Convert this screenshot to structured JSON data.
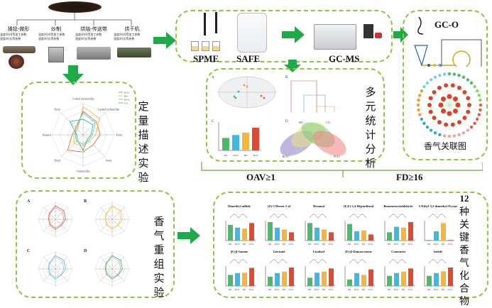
{
  "process": {
    "stages": [
      {
        "title": "揉捻-做形",
        "params": [
          "温度/时间等加工参数",
          "速度/时长等参数"
        ]
      },
      {
        "title": "炒制",
        "params": [
          "温度/时间等加工参数",
          "速度/时长等参数"
        ]
      },
      {
        "title": "烘焙-传送带",
        "params": [
          "温度/时间等加工参数",
          "速度/时长等参数"
        ]
      },
      {
        "title": "烘干机",
        "params": [
          "温度/时间等加工参数",
          "速度/时长等参数"
        ]
      }
    ]
  },
  "extraction": {
    "methods": [
      "SPME",
      "SAFE"
    ],
    "instrument": "GC-MS"
  },
  "gco": {
    "title": "GC-O",
    "network_label": "香气关联图"
  },
  "stats": {
    "title": "多元统计分析",
    "panels": [
      "A",
      "B",
      "C",
      "D"
    ],
    "bar_groups": [
      "RO",
      "RCO",
      "BO",
      "PCO"
    ],
    "venn_sets": [
      "RO",
      "CO",
      "RCO",
      "PCO"
    ]
  },
  "sensory": {
    "title": "定量描述实验",
    "legend": [
      "PCO",
      "RO",
      "RCO",
      "CO"
    ],
    "attributes": [
      "Cooked chestnut-like",
      "Cooked soybean-like",
      "Fruity",
      "Sweet",
      "Caramel-like",
      "Floral",
      "Roasted",
      "Fresh"
    ]
  },
  "recombination": {
    "title": "香气重组实验",
    "panels": [
      "A",
      "B",
      "C",
      "D"
    ]
  },
  "criteria": {
    "oav": "OAV≥1",
    "fd": "FD≥16"
  },
  "key_compounds": {
    "title": "12种关键香气化合物",
    "groups": [
      "RO",
      "RCO",
      "BO",
      "PCO"
    ],
    "group_colors": [
      "#4cb86a",
      "#41b8e0",
      "#f4b63f",
      "#e04a32"
    ],
    "compounds": [
      {
        "name": "Dimethyl sulfide",
        "values": [
          0.85,
          0.7,
          0.65,
          0.95
        ]
      },
      {
        "name": "(Z)-3-Hexen-1-ol",
        "values": [
          1.0,
          0.7,
          0.6,
          0.45
        ]
      },
      {
        "name": "Hexanal",
        "values": [
          0.95,
          0.7,
          0.6,
          0.45
        ]
      },
      {
        "name": "(E,E)-2,4-Heptadienal",
        "values": [
          0.9,
          0.5,
          0.55,
          0.33
        ]
      },
      {
        "name": "Benzeneacetaldehyde",
        "values": [
          0.45,
          0.75,
          0.7,
          1.0
        ]
      },
      {
        "name": "2-Ethyl-3,5-dimethyl-Pyrazine",
        "values": [
          0.03,
          0.5,
          0.95,
          0.03
        ]
      },
      {
        "name": "(E)-β-Ionone",
        "values": [
          0.6,
          0.7,
          0.72,
          0.98
        ]
      },
      {
        "name": "Geraniol",
        "values": [
          0.5,
          0.7,
          0.78,
          1.0
        ]
      },
      {
        "name": "Linalool",
        "values": [
          0.45,
          0.72,
          0.78,
          0.95
        ]
      },
      {
        "name": "(E)-β-Damascenone",
        "values": [
          0.35,
          0.7,
          0.6,
          0.9
        ]
      },
      {
        "name": "Coumarin",
        "values": [
          0.55,
          0.7,
          0.78,
          0.95
        ]
      },
      {
        "name": "Indole",
        "values": [
          0.55,
          0.7,
          0.8,
          1.0
        ]
      }
    ]
  }
}
